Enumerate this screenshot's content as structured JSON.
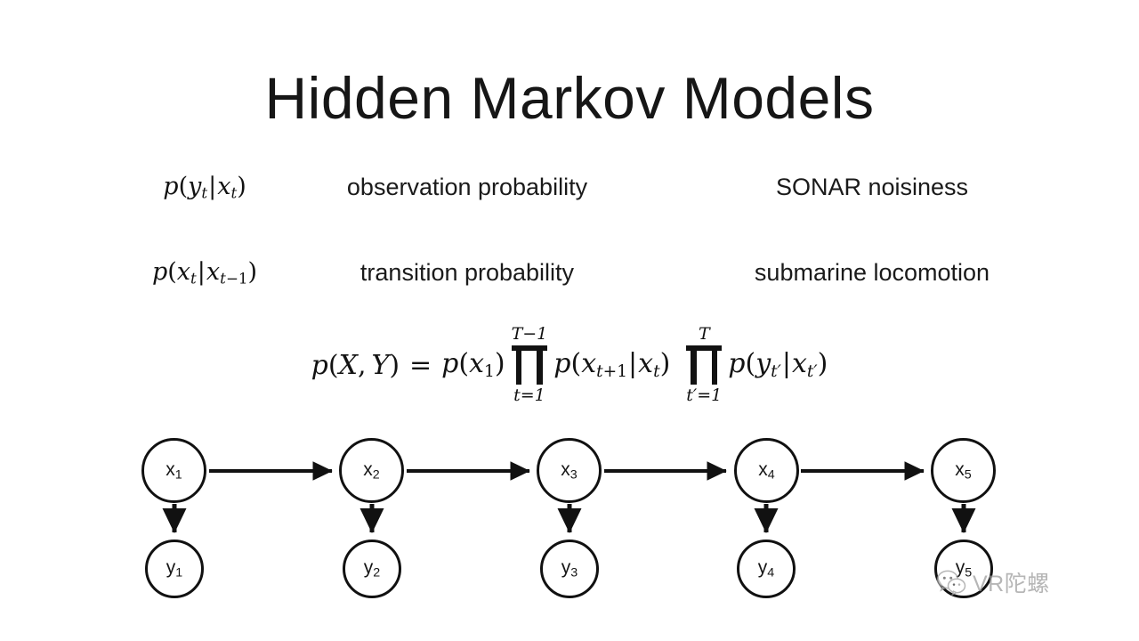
{
  "slide": {
    "title": "Hidden Markov Models",
    "background_color": "#ffffff",
    "ink_color": "#111111"
  },
  "definitions": [
    {
      "formula_plain": "p(y_t|x_t)",
      "term": "observation probability",
      "meaning": "SONAR noisiness"
    },
    {
      "formula_plain": "p(x_t|x_{t-1})",
      "term": "transition probability",
      "meaning": "submarine locomotion"
    }
  ],
  "joint_formula": {
    "plain": "p(X, Y) = p(x_1) \\prod_{t=1}^{T-1} p(x_{t+1}|x_t) \\prod_{t'=1}^{T} p(y_{t'}|x_{t'})",
    "lhs": "p(X, Y)",
    "equals": "=",
    "initial": "p(x_1)",
    "product_1": {
      "upper_limit": "T−1",
      "lower_limit": "t=1",
      "factor": "p(x_{t+1}|x_t)"
    },
    "product_2": {
      "upper_limit": "T",
      "lower_limit": "t′=1",
      "factor": "p(y_{t′}|x_{t′})"
    }
  },
  "graph": {
    "type": "hidden-markov-chain",
    "hidden_states": [
      "x1",
      "x2",
      "x3",
      "x4",
      "x5"
    ],
    "observations": [
      "y1",
      "y2",
      "y3",
      "y4",
      "y5"
    ],
    "hidden_labels": [
      "x",
      "x",
      "x",
      "x",
      "x"
    ],
    "hidden_subscripts": [
      "1",
      "2",
      "3",
      "4",
      "5"
    ],
    "observation_labels": [
      "y",
      "y",
      "y",
      "y",
      "y"
    ],
    "observation_subscripts": [
      "1",
      "2",
      "3",
      "4",
      "5"
    ],
    "transition_edges": [
      "x1→x2",
      "x2→x3",
      "x3→x4",
      "x4→x5"
    ],
    "emission_edges": [
      "x1→y1",
      "x2→y2",
      "x3→y3",
      "x4→y4",
      "x5→y5"
    ]
  },
  "watermark": {
    "text": "VR陀螺",
    "logo": "wechat-bubbles-icon",
    "color": "#9a9a9a"
  }
}
